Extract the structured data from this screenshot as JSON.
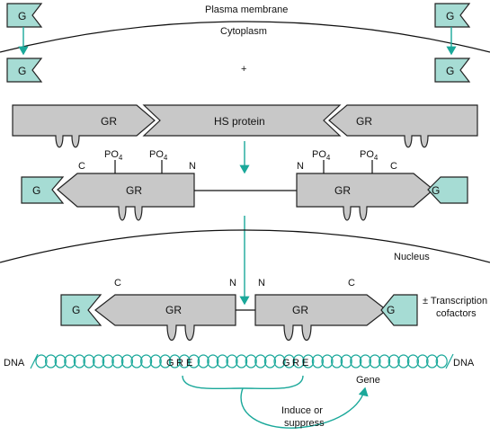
{
  "labels": {
    "plasma_membrane": "Plasma membrane",
    "cytoplasm": "Cytoplasm",
    "plus": "+",
    "nucleus": "Nucleus",
    "dna_left": "DNA",
    "dna_right": "DNA",
    "gene": "Gene",
    "induce_line1": "Induce or",
    "induce_line2": "suppress",
    "cofactors_line1": "± Transcription",
    "cofactors_line2": "cofactors",
    "hs_protein": "HS protein",
    "gr": "GR",
    "g": "G",
    "c": "C",
    "n": "N",
    "po": "PO",
    "po_sub": "4",
    "gre_g": "G",
    "gre_r": "R",
    "gre_e": "E"
  },
  "colors": {
    "teal_fill": "#a6dcd4",
    "teal_stroke": "#1aa89a",
    "gray_fill": "#c8c8c8",
    "outline": "#222222"
  }
}
